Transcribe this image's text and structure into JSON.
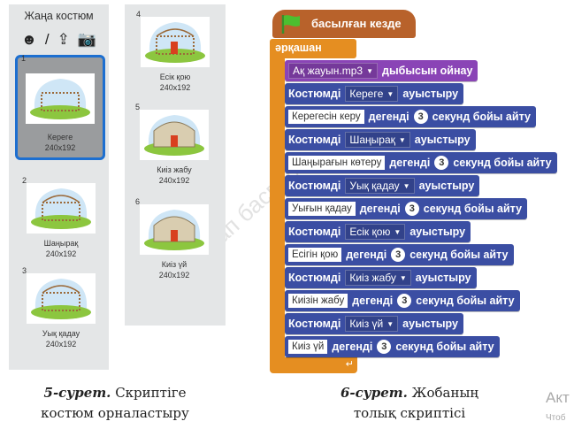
{
  "costume_panel": {
    "new_costume_label": "Жаңа костюм",
    "tools": [
      {
        "icon": "sprite-library-icon",
        "glyph": "☻"
      },
      {
        "icon": "paint-brush-icon",
        "glyph": "/"
      },
      {
        "icon": "upload-icon",
        "glyph": "⇪"
      },
      {
        "icon": "camera-icon",
        "glyph": "📷"
      }
    ],
    "costumes": [
      {
        "num": "1",
        "name": "Керегe",
        "size": "240x192",
        "selected": true
      },
      {
        "num": "2",
        "name": "Шаңырақ",
        "size": "240x192"
      },
      {
        "num": "3",
        "name": "Уық қадау",
        "size": "240x192"
      },
      {
        "num": "4",
        "name": "Есік қою",
        "size": "240x192"
      },
      {
        "num": "5",
        "name": "Киіз жабу",
        "size": "240x192"
      },
      {
        "num": "6",
        "name": "Киіз үй",
        "size": "240x192"
      }
    ]
  },
  "script": {
    "hat_label": "басылған кезде",
    "forever_label": "әрқашан",
    "blocks": [
      {
        "type": "sound",
        "value": "Ақ жауын.mp3",
        "suffix": "дыбысын ойнау"
      },
      {
        "type": "switch",
        "prefix": "Костюмді",
        "value": "Керегe",
        "suffix": "ауыстыру"
      },
      {
        "type": "say",
        "value": "Керегесін керу",
        "mid": "дегенді",
        "secs": "3",
        "suffix": "секунд бойы айту"
      },
      {
        "type": "switch",
        "prefix": "Костюмді",
        "value": "Шаңырақ",
        "suffix": "ауыстыру"
      },
      {
        "type": "say",
        "value": "Шаңырағын көтеру",
        "mid": "дегенді",
        "secs": "3",
        "suffix": "секунд бойы айту"
      },
      {
        "type": "switch",
        "prefix": "Костюмді",
        "value": "Уық қадау",
        "suffix": "ауыстыру"
      },
      {
        "type": "say",
        "value": "Уығын қадау",
        "mid": "дегенді",
        "secs": "3",
        "suffix": "секунд бойы айту"
      },
      {
        "type": "switch",
        "prefix": "Костюмді",
        "value": "Есік қою",
        "suffix": "ауыстыру"
      },
      {
        "type": "say",
        "value": "Есігін қою",
        "mid": "дегенді",
        "secs": "3",
        "suffix": "секунд бойы айту"
      },
      {
        "type": "switch",
        "prefix": "Костюмді",
        "value": "Киіз жабу",
        "suffix": "ауыстыру"
      },
      {
        "type": "say",
        "value": "Киізін жабу",
        "mid": "дегенді",
        "secs": "3",
        "suffix": "секунд бойы айту"
      },
      {
        "type": "switch",
        "prefix": "Костюмді",
        "value": "Киіз үй",
        "suffix": "ауыстыру"
      },
      {
        "type": "say",
        "value": "Киіз үй",
        "mid": "дегенді",
        "secs": "3",
        "suffix": "секунд бойы айту"
      }
    ]
  },
  "captions": {
    "fig5_num": "5-сурет.",
    "fig5_text1": "Скриптіге",
    "fig5_text2": "костюм орналастыру",
    "fig6_num": "6-сурет.",
    "fig6_text1": "Жобаның",
    "fig6_text2": "толық скриптісі"
  },
  "watermark": "Алматыкітап баспасы",
  "activation": {
    "line1": "Акт",
    "line2": "Чтоб"
  },
  "colors": {
    "hat": "#b8622b",
    "forever": "#e58e21",
    "sound": "#8a44b6",
    "looks": "#3b4ea3",
    "selected": "#1d6fd0"
  }
}
